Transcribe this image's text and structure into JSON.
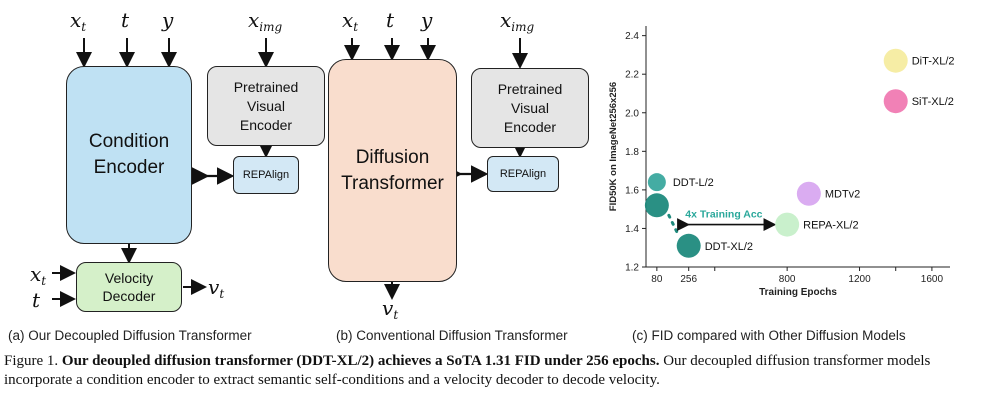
{
  "panel_a": {
    "inputs": [
      {
        "base": "x",
        "sub": "t"
      },
      {
        "base": "t",
        "sub": ""
      },
      {
        "base": "y",
        "sub": ""
      }
    ],
    "img_input": {
      "base": "x",
      "sub": "img"
    },
    "condition_encoder": "Condition Encoder",
    "pretrained_encoder": "Pretrained Visual Encoder",
    "repalign": "REPAlign",
    "velocity_decoder": "Velocity Decoder",
    "decoder_inputs": [
      {
        "base": "x",
        "sub": "t"
      },
      {
        "base": "t",
        "sub": ""
      }
    ],
    "output": {
      "base": "v",
      "sub": "t"
    },
    "caption": "(a) Our Decoupled Diffusion Transformer"
  },
  "panel_b": {
    "inputs": [
      {
        "base": "x",
        "sub": "t"
      },
      {
        "base": "t",
        "sub": ""
      },
      {
        "base": "y",
        "sub": ""
      }
    ],
    "img_input": {
      "base": "x",
      "sub": "img"
    },
    "diffusion_transformer": "Diffusion Transformer",
    "pretrained_encoder": "Pretrained Visual Encoder",
    "repalign": "REPAlign",
    "output": {
      "base": "v",
      "sub": "t"
    },
    "caption": "(b) Conventional Diffusion Transformer"
  },
  "panel_c": {
    "caption": "(c) FID compared with Other Diffusion Models",
    "annotation": "4x Training Acc"
  },
  "chart_data": {
    "type": "scatter",
    "title": "",
    "xlabel": "Training Epochs",
    "ylabel": "FID50K on ImageNet256x256",
    "xlim": [
      20,
      1700
    ],
    "ylim": [
      1.2,
      2.45
    ],
    "xticks": [
      80,
      256,
      800,
      1200,
      1600
    ],
    "xticks_extra": [
      400,
      1400
    ],
    "yticks": [
      1.2,
      1.4,
      1.6,
      1.8,
      2.0,
      2.2,
      2.4
    ],
    "points": [
      {
        "name": "DiT-XL/2",
        "x": 1400,
        "y": 2.27,
        "color": "#f5eca0"
      },
      {
        "name": "SiT-XL/2",
        "x": 1400,
        "y": 2.06,
        "color": "#f07ab2"
      },
      {
        "name": "MDTv2",
        "x": 920,
        "y": 1.58,
        "color": "#d8a8f0"
      },
      {
        "name": "REPA-XL/2",
        "x": 800,
        "y": 1.42,
        "color": "#c6efc9"
      },
      {
        "name": "DDT-L/2",
        "x": 80,
        "y": 1.64,
        "color": "#3aa89e"
      },
      {
        "name": "",
        "x": 80,
        "y": 1.52,
        "color": "#1f8a7d"
      },
      {
        "name": "DDT-XL/2",
        "x": 256,
        "y": 1.31,
        "color": "#1f8a7d"
      }
    ]
  },
  "figure_caption": {
    "label": "Figure 1.",
    "bold": "Our deoupled diffusion transformer (DDT-XL/2) achieves a SoTA 1.31 FID under 256 epochs.",
    "rest": "Our decoupled diffusion transformer models incorporate a condition encoder to extract semantic self-conditions and a velocity decoder to decode velocity."
  }
}
